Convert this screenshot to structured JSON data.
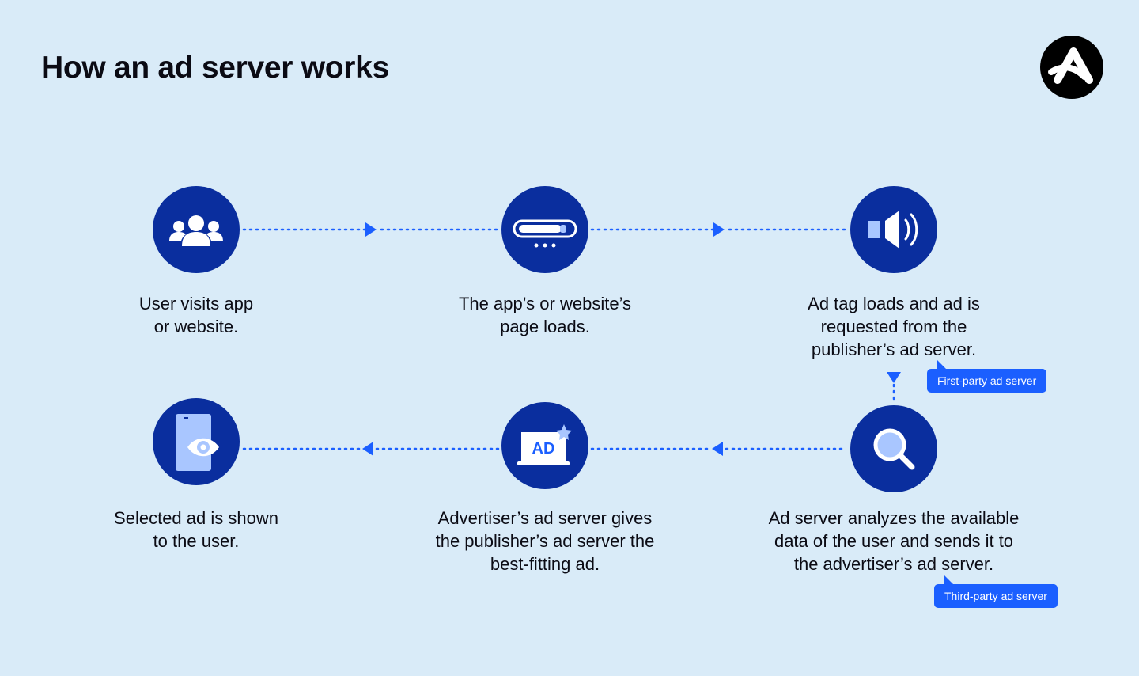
{
  "title": "How an ad server works",
  "colors": {
    "background": "#d9ebf8",
    "node_fill": "#0a2e9e",
    "accent": "#1b5fff",
    "text": "#0b0b14"
  },
  "logo": {
    "icon": "brand-a-logo-icon"
  },
  "steps": [
    {
      "icon": "users-icon",
      "caption": "User visits app\nor website."
    },
    {
      "icon": "loading-bar-icon",
      "caption": "The app’s or website’s\npage loads."
    },
    {
      "icon": "speaker-icon",
      "caption": "Ad tag loads and ad is\nrequested from the\npublisher’s ad server.",
      "tag": "First-party ad server"
    },
    {
      "icon": "magnifier-icon",
      "caption": "Ad server analyzes the available\ndata of the user and sends it to\nthe advertiser’s ad server.",
      "tag": "Third-party ad server"
    },
    {
      "icon": "laptop-ad-icon",
      "caption": "Advertiser’s ad server gives\nthe publisher’s ad server the\nbest-fitting ad.",
      "ad_label": "AD"
    },
    {
      "icon": "phone-eye-icon",
      "caption": "Selected ad is shown\nto the user."
    }
  ]
}
